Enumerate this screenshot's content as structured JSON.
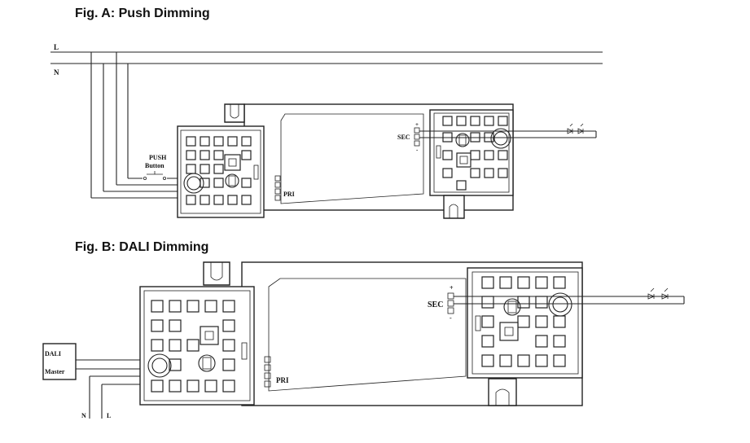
{
  "figures": {
    "a": {
      "title": "Fig. A: Push Dimming",
      "labels": {
        "line": "L",
        "neutral": "N",
        "push_line1": "PUSH",
        "push_line2": "Button",
        "pri": "PRI",
        "sec": "SEC",
        "plus": "+",
        "minus": "-"
      }
    },
    "b": {
      "title": "Fig. B: DALI Dimming",
      "labels": {
        "dali_line1": "DALI",
        "dali_line2": "Master",
        "pri": "PRI",
        "sec": "SEC",
        "plus": "+",
        "minus": "-",
        "neutral": "N",
        "line": "L"
      }
    }
  }
}
